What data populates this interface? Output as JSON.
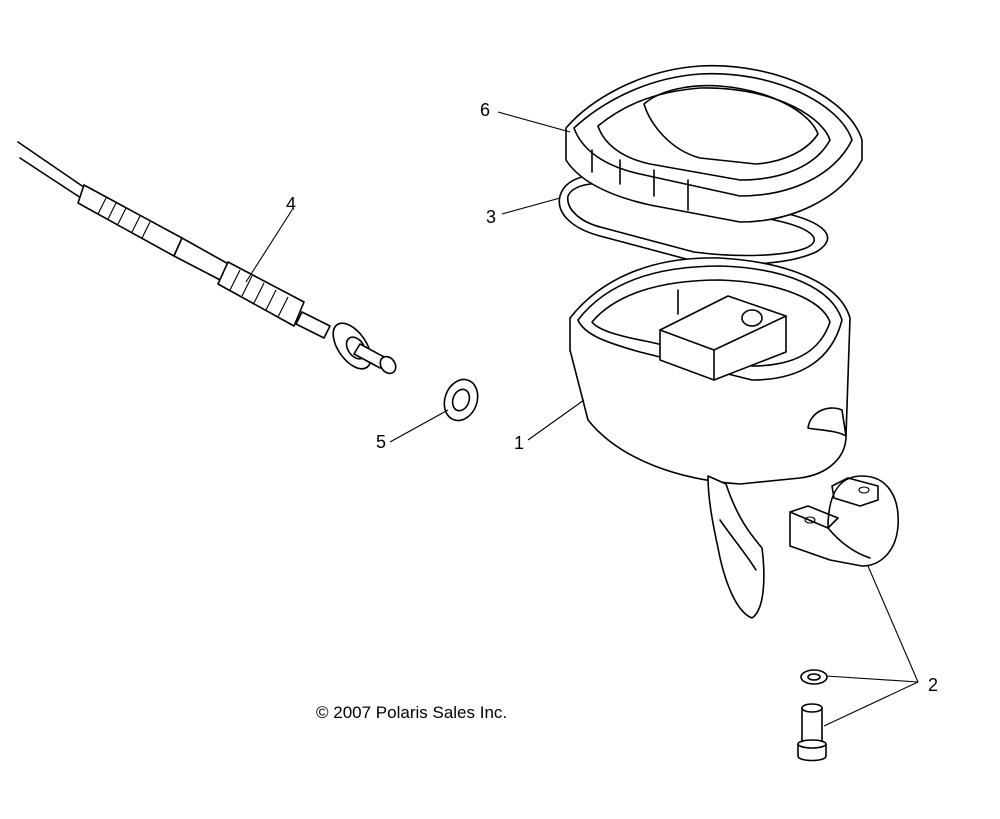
{
  "callouts": {
    "c1": "1",
    "c2": "2",
    "c3": "3",
    "c4": "4",
    "c5": "5",
    "c6": "6"
  },
  "copyright": "© 2007 Polaris Sales Inc."
}
